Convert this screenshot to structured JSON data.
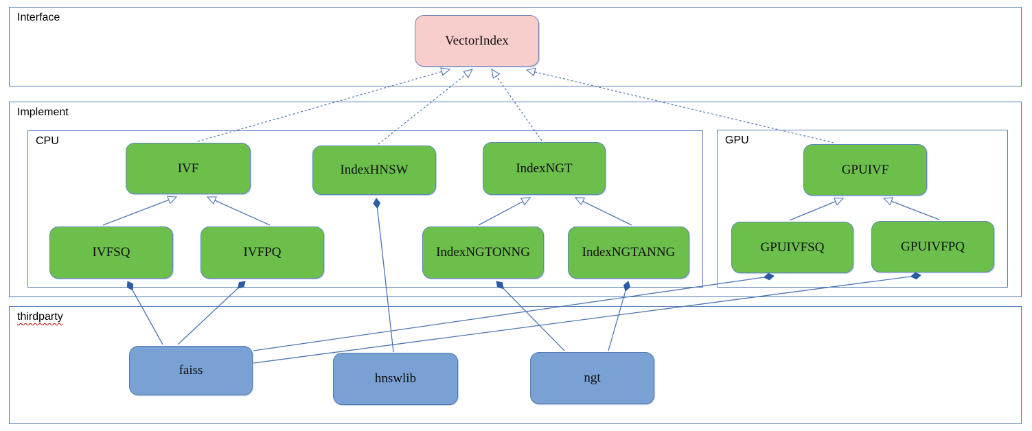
{
  "sections": {
    "interface": {
      "label": "Interface"
    },
    "implement": {
      "label": "Implement"
    },
    "cpu": {
      "label": "CPU"
    },
    "gpu": {
      "label": "GPU"
    },
    "thirdparty": {
      "label": "thirdparty"
    }
  },
  "nodes": {
    "vectorindex": {
      "label": "VectorIndex",
      "kind": "interface"
    },
    "ivf": {
      "label": "IVF",
      "kind": "cpu-class"
    },
    "indexhnsw": {
      "label": "IndexHNSW",
      "kind": "cpu-class"
    },
    "indexngt": {
      "label": "IndexNGT",
      "kind": "cpu-class"
    },
    "ivfsq": {
      "label": "IVFSQ",
      "kind": "cpu-class"
    },
    "ivfpq": {
      "label": "IVFPQ",
      "kind": "cpu-class"
    },
    "indexngtonng": {
      "label": "IndexNGTONNG",
      "kind": "cpu-class"
    },
    "indexngtanng": {
      "label": "IndexNGTANNG",
      "kind": "cpu-class"
    },
    "gpuivf": {
      "label": "GPUIVF",
      "kind": "gpu-class"
    },
    "gpuivfsq": {
      "label": "GPUIVFSQ",
      "kind": "gpu-class"
    },
    "gpuivfpq": {
      "label": "GPUIVFPQ",
      "kind": "gpu-class"
    },
    "faiss": {
      "label": "faiss",
      "kind": "thirdparty-lib"
    },
    "hnswlib": {
      "label": "hnswlib",
      "kind": "thirdparty-lib"
    },
    "ngt": {
      "label": "ngt",
      "kind": "thirdparty-lib"
    }
  },
  "edges": [
    {
      "from": "IVF",
      "to": "VectorIndex",
      "type": "realization",
      "style": "dashed-hollow-triangle"
    },
    {
      "from": "IndexHNSW",
      "to": "VectorIndex",
      "type": "realization",
      "style": "dashed-hollow-triangle"
    },
    {
      "from": "IndexNGT",
      "to": "VectorIndex",
      "type": "realization",
      "style": "dashed-hollow-triangle"
    },
    {
      "from": "GPUIVF",
      "to": "VectorIndex",
      "type": "realization",
      "style": "dashed-hollow-triangle"
    },
    {
      "from": "IVFSQ",
      "to": "IVF",
      "type": "inheritance",
      "style": "solid-hollow-triangle"
    },
    {
      "from": "IVFPQ",
      "to": "IVF",
      "type": "inheritance",
      "style": "solid-hollow-triangle"
    },
    {
      "from": "IndexNGTONNG",
      "to": "IndexNGT",
      "type": "inheritance",
      "style": "solid-hollow-triangle"
    },
    {
      "from": "IndexNGTANNG",
      "to": "IndexNGT",
      "type": "inheritance",
      "style": "solid-hollow-triangle"
    },
    {
      "from": "GPUIVFSQ",
      "to": "GPUIVF",
      "type": "inheritance",
      "style": "solid-hollow-triangle"
    },
    {
      "from": "GPUIVFPQ",
      "to": "GPUIVF",
      "type": "inheritance",
      "style": "solid-hollow-triangle"
    },
    {
      "from": "faiss",
      "to": "IVFSQ",
      "type": "composition",
      "style": "solid-filled-diamond"
    },
    {
      "from": "faiss",
      "to": "IVFPQ",
      "type": "composition",
      "style": "solid-filled-diamond"
    },
    {
      "from": "faiss",
      "to": "GPUIVFSQ",
      "type": "composition",
      "style": "solid-filled-diamond"
    },
    {
      "from": "faiss",
      "to": "GPUIVFPQ",
      "type": "composition",
      "style": "solid-filled-diamond"
    },
    {
      "from": "hnswlib",
      "to": "IndexHNSW",
      "type": "composition",
      "style": "solid-filled-diamond"
    },
    {
      "from": "ngt",
      "to": "IndexNGTONNG",
      "type": "composition",
      "style": "solid-filled-diamond"
    },
    {
      "from": "ngt",
      "to": "IndexNGTANNG",
      "type": "composition",
      "style": "solid-filled-diamond"
    }
  ],
  "colors": {
    "class_green": "#6cbf4b",
    "interface_pink": "#f8cecc",
    "thirdparty_blue": "#7aa1d4",
    "connector_blue": "#4a74b4",
    "diamond_blue": "#2d5ca6",
    "section_border_blue": "#4f7ab8",
    "spellcheck_red": "#cc0000"
  }
}
